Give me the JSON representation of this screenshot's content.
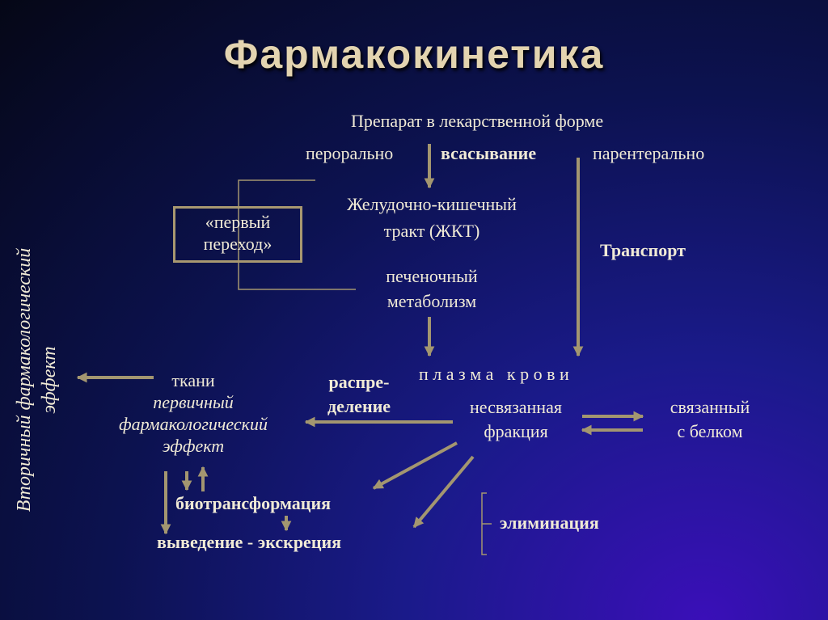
{
  "title": "Фармакокинетика",
  "drug_form": "Препарат в лекарственной форме",
  "oral": "перорально",
  "absorption": "всасывание",
  "parenteral": "парентерально",
  "git": {
    "line1": "Желудочно-кишечный",
    "line2": "тракт (ЖКТ)"
  },
  "first_pass": {
    "line1": "«первый",
    "line2": "переход»"
  },
  "transport": "Транспорт",
  "liver": {
    "line1": "печеночный",
    "line2": "метаболизм"
  },
  "plasma": "п л а з м а   к р о в и",
  "distribution": {
    "line1": "распре-",
    "line2": "деление"
  },
  "unbound": {
    "line1": "несвязанная",
    "line2": "фракция"
  },
  "bound": {
    "line1": "связанный",
    "line2": "с белком"
  },
  "tissues": {
    "line1": "ткани",
    "line2": "первичный",
    "line3": "фармакологический",
    "line4": "эффект"
  },
  "secondary_effect": {
    "line1": "Вторичный фармакологический",
    "line2": "эффект"
  },
  "biotransformation": "биотрансформация",
  "excretion": "выведение - экскреция",
  "elimination": "элиминация",
  "colors": {
    "arrow": "#a39670",
    "text": "#f0ead6",
    "title": "#e3d4b0"
  }
}
